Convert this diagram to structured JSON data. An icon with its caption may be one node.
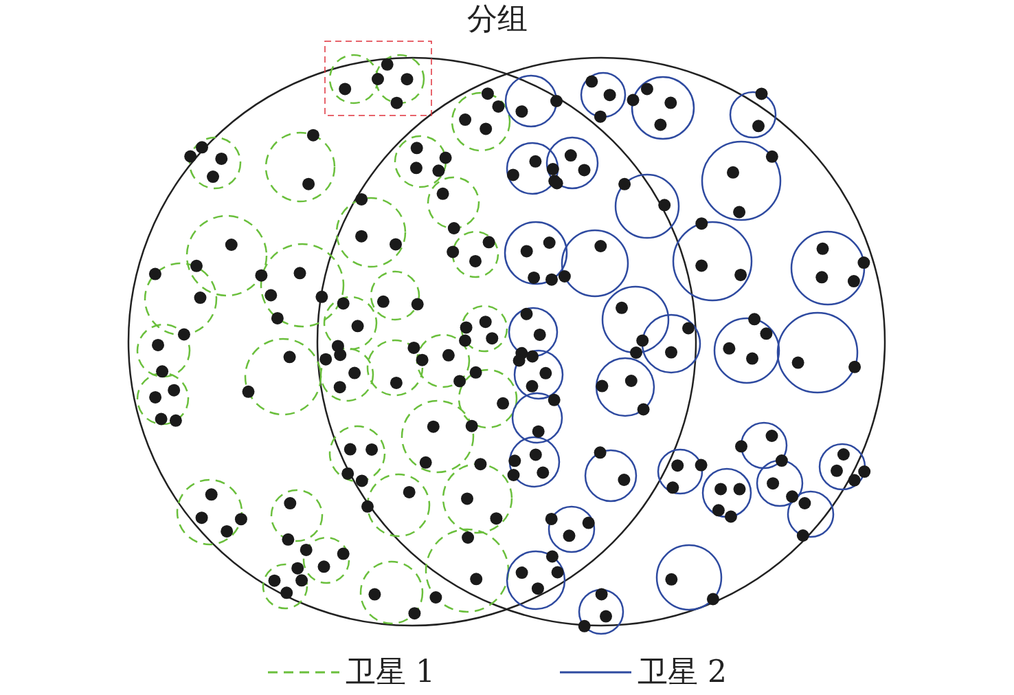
{
  "diagram": {
    "title": "分组",
    "legend": [
      {
        "text": "卫星 1"
      },
      {
        "text": "卫星 2"
      }
    ]
  }
}
